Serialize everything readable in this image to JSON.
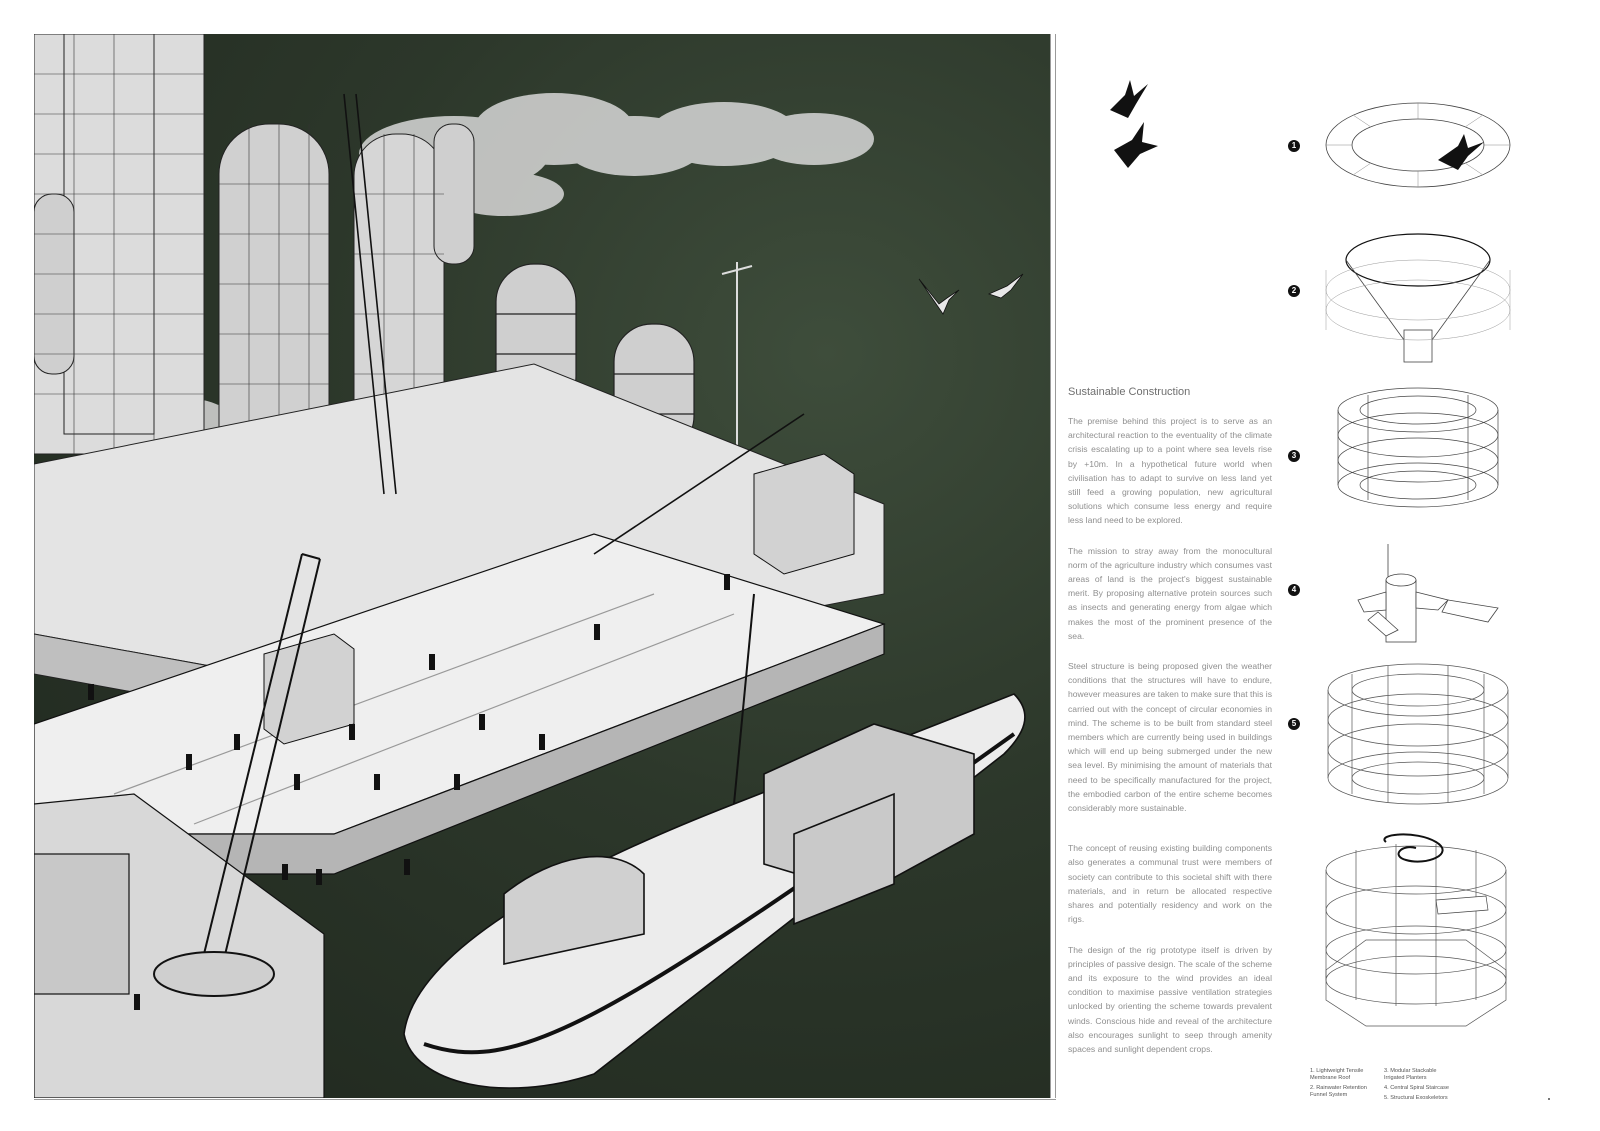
{
  "article": {
    "title": "Sustainable Construction",
    "paragraphs": [
      "The premise behind this project is to serve as an architectural reaction to the eventuality of the climate crisis escalating up to a point where sea levels rise by +10m. In a hypothetical future world when civilisation has to adapt to survive on less land yet still feed a growing population, new agricultural solutions which consume less energy and require less land need to be explored.",
      "The mission to stray away from the monocultural norm of the agriculture industry which consumes vast areas of land is the project's biggest sustainable merit. By proposing alternative protein sources such as insects and generating energy from algae which makes the most of the prominent presence of the sea.",
      "Steel structure is being proposed given the weather conditions that the structures will have to endure, however measures are taken to make sure that this is carried out with the concept of circular economies in mind. The scheme is to be built from standard steel members which are currently being used in buildings which will end up being submerged under the new sea level. By minimising the amount of materials that need to be specifically manufactured for the project, the embodied carbon of the entire scheme becomes considerably more sustainable.",
      "The concept of reusing existing building components also generates a communal trust were members of society can contribute to this societal shift with there materials, and in return be allocated respective shares and potentially residency and work on the rigs.",
      "The design of the rig prototype itself is driven by principles of passive design. The scale of the scheme and its exposure to the wind provides an ideal condition to maximise passive ventilation strategies unlocked by orienting the scheme towards prevalent winds. Conscious hide and reveal of the architecture also encourages sunlight to seep through amenity spaces and sunlight dependent crops."
    ]
  },
  "steps": [
    {
      "marker": "1"
    },
    {
      "marker": "2"
    },
    {
      "marker": "3"
    },
    {
      "marker": "4"
    },
    {
      "marker": "5"
    }
  ],
  "legend": {
    "left": [
      "1. Lightweight Tensile Membrane Roof",
      "2. Rainwater Retention Funnel System"
    ],
    "right": [
      "3. Modular Stackable Irrigated Planters",
      "4. Central Spiral Staircase",
      "5. Structural Exoskeletors"
    ]
  },
  "colors": {
    "sea": "#2c372a",
    "ink": "#111111",
    "paper": "#ffffff",
    "body_text": "#8f8f8f"
  }
}
